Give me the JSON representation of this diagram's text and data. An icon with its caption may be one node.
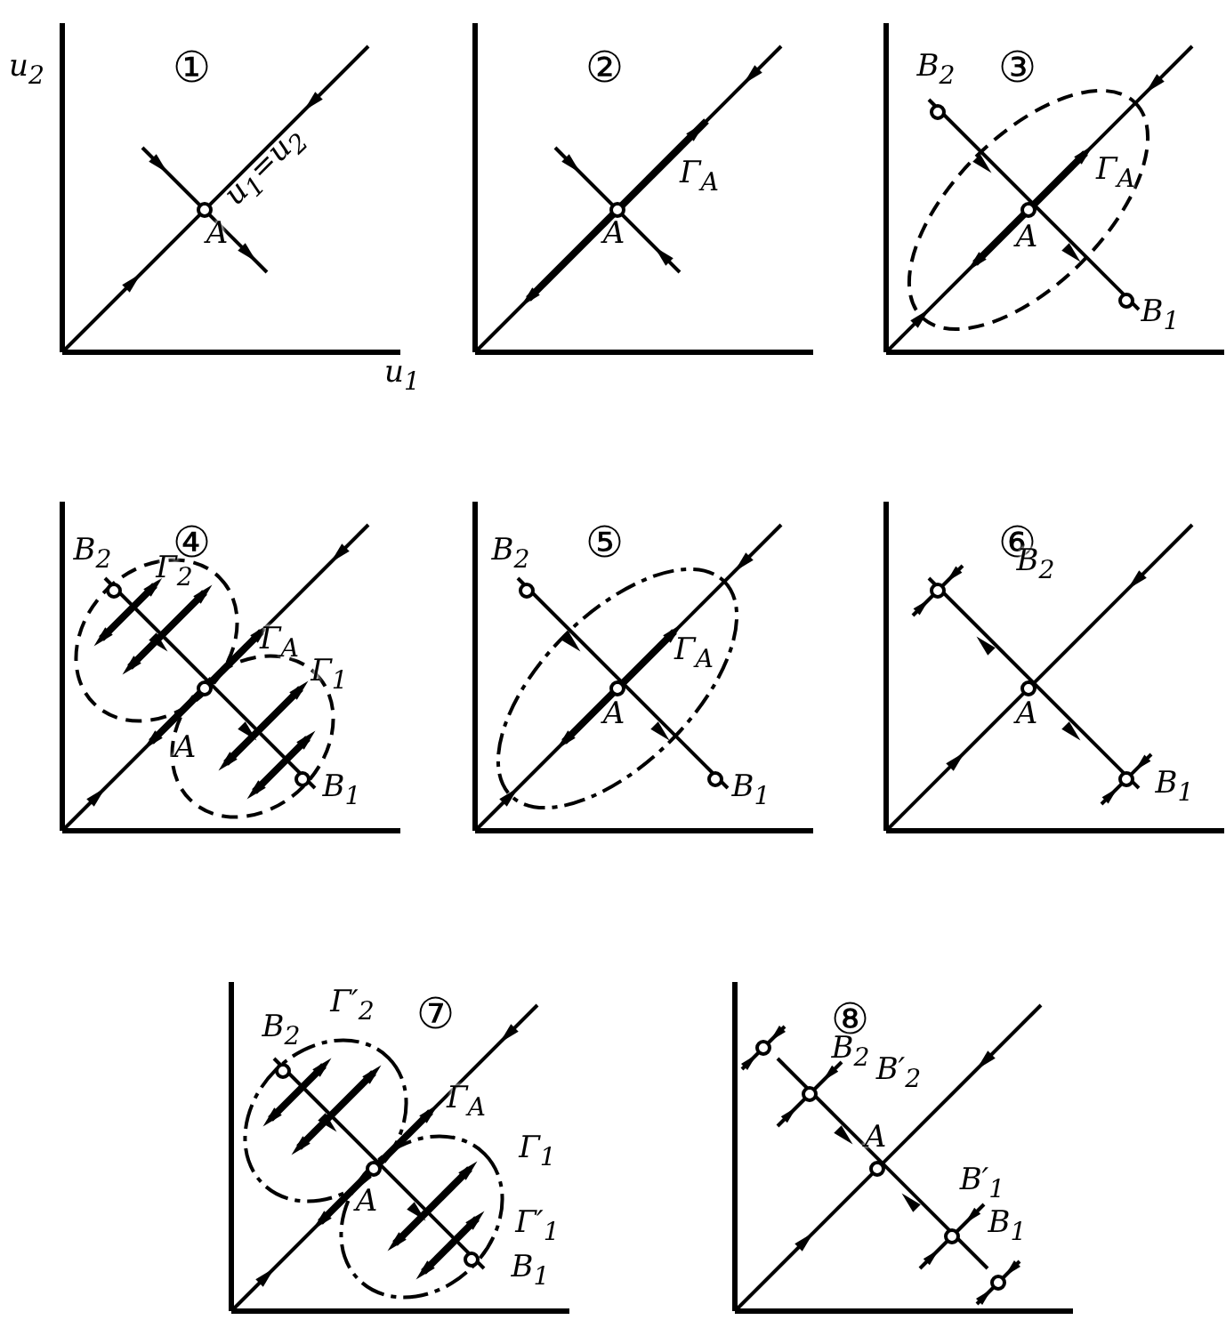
{
  "diagram": {
    "labels": [
      "u$_{2}$",
      "①",
      "u$_{1}$=u$_{2}$",
      "A",
      "u$_{1}$",
      "②",
      "Γ$_{A}$",
      "A",
      "③",
      "B$_{2}$",
      "Γ$_{A}$",
      "A",
      "B$_{1}$",
      "④",
      "B$_{2}$",
      "Γ$_{2}$",
      "Γ$_{A}$",
      "Γ$_{1}$",
      "A",
      "B$_{1}$",
      "⑤",
      "B$_{2}$",
      "Γ$_{A}$",
      "A",
      "B$_{1}$",
      "⑥",
      "B$_{2}$",
      "A",
      "B$_{1}$",
      "⑦",
      "B$_{2}$",
      "Γ′$_{2}$",
      "Γ$_{A}$",
      "Γ$_{1}$",
      "A",
      "Γ′$_{1}$",
      "B$_{1}$",
      "⑧",
      "B$_{2}$",
      "B′$_{2}$",
      "A",
      "B′$_{1}$",
      "B$_{1}$"
    ]
  }
}
